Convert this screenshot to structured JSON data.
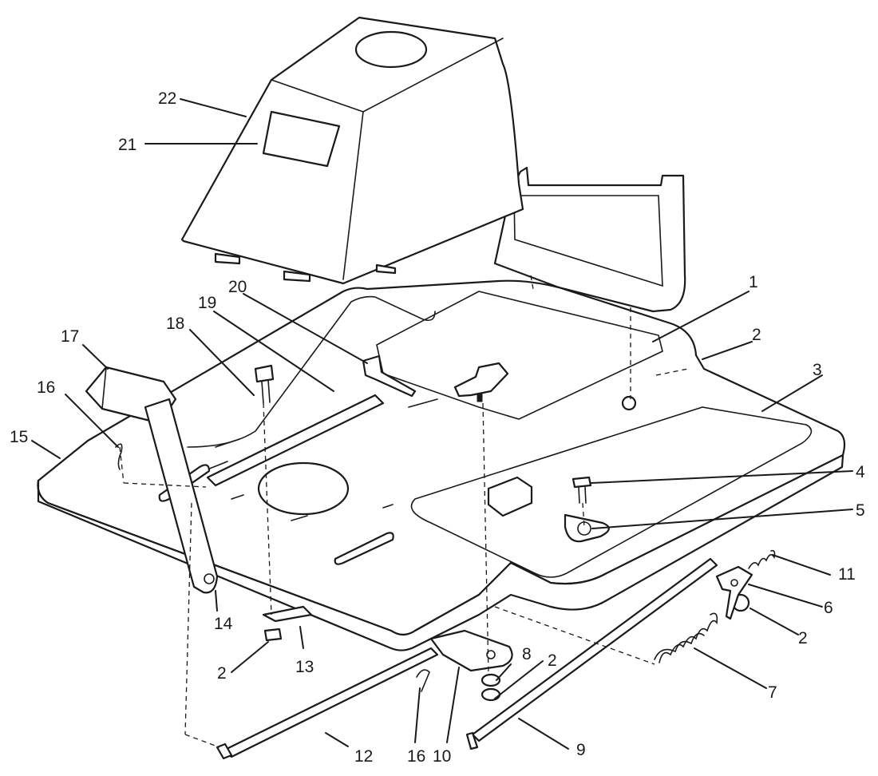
{
  "callouts": {
    "c1": "1",
    "c2a": "2",
    "c2b": "2",
    "c2c": "2",
    "c2d": "2",
    "c3": "3",
    "c4": "4",
    "c5": "5",
    "c6": "6",
    "c7": "7",
    "c8": "8",
    "c9": "9",
    "c10": "10",
    "c11": "11",
    "c12": "12",
    "c13": "13",
    "c14": "14",
    "c15": "15",
    "c16a": "16",
    "c16b": "16",
    "c17": "17",
    "c18": "18",
    "c19": "19",
    "c20": "20",
    "c21": "21",
    "c22": "22"
  }
}
